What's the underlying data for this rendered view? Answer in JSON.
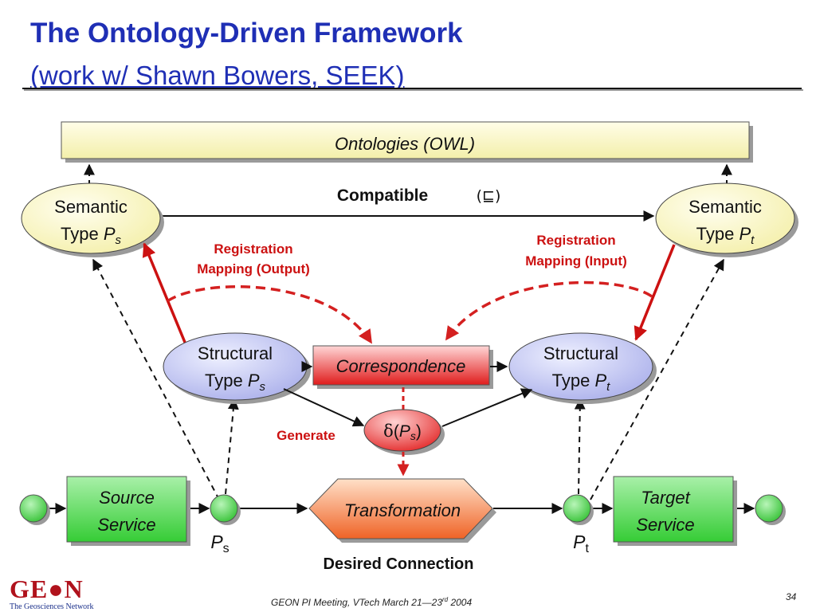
{
  "slide": {
    "title": "The Ontology-Driven Framework",
    "subtitle": "(work w/ Shawn Bowers, SEEK)",
    "page_number": "34",
    "footer": {
      "text": "GEON PI Meeting, VTech March 21—23",
      "superscript": "rd",
      "year": " 2004"
    },
    "logo": {
      "word": "GE●N",
      "tagline": "The Geosciences Network"
    }
  },
  "diagram": {
    "ontologies_label": "Ontologies (OWL)",
    "compatible_label": "Compatible",
    "compatible_symbol": "(⊑)",
    "semantic_type_source": {
      "line1": "Semantic",
      "line2_prefix": "Type ",
      "var": "P",
      "sub": "s"
    },
    "semantic_type_target": {
      "line1": "Semantic",
      "line2_prefix": "Type ",
      "var": "P",
      "sub": "t"
    },
    "structural_type_source": {
      "line1": "Structural",
      "line2_prefix": "Type ",
      "var": "P",
      "sub": "s"
    },
    "structural_type_target": {
      "line1": "Structural",
      "line2_prefix": "Type ",
      "var": "P",
      "sub": "t"
    },
    "registration_output": {
      "line1": "Registration",
      "line2": "Mapping (Output)"
    },
    "registration_input": {
      "line1": "Registration",
      "line2": "Mapping (Input)"
    },
    "correspondence_label": "Correspondence",
    "delta": {
      "symbol": "δ",
      "open": "(",
      "var": "P",
      "sub": "s",
      "close": ")"
    },
    "generate_label": "Generate",
    "transformation_label": "Transformation",
    "source_service": {
      "line1": "Source",
      "line2": "Service"
    },
    "target_service": {
      "line1": "Target",
      "line2": "Service"
    },
    "port_source": {
      "var": "P",
      "sub": "s"
    },
    "port_target": {
      "var": "P",
      "sub": "t"
    },
    "desired_connection_label": "Desired Connection"
  },
  "colors": {
    "title_blue": "#1f2fb5",
    "registration_red": "#cc1111",
    "ontology_fill": "#fbf9d0",
    "semantic_fill": "#fbf8cc",
    "structural_fill": "#c9cdf3",
    "correspondence_red": "#e02a2a",
    "transformation_orange": "#f06a2e",
    "service_green": "#4fd44f",
    "port_green": "#44c944"
  }
}
